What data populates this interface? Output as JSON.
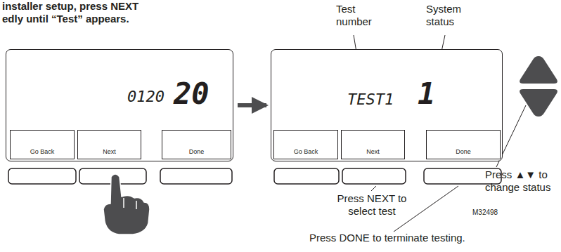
{
  "diagram": {
    "nodes": [
      {
        "text": [
          "0120",
          "20"
        ]
      },
      {
        "text": [
          "Go Back"
        ],
        "in": 0
      },
      {
        "text": [
          "Next"
        ],
        "in": 0
      },
      {
        "text": [
          "Done"
        ],
        "in": 0
      },
      {
        "text": [
          "TEST1",
          "1"
        ]
      },
      {
        "text": [
          "Go Back"
        ],
        "in": 4
      },
      {
        "text": [
          "Next"
        ],
        "in": 4
      },
      {
        "text": [
          "Done"
        ],
        "in": 4
      }
    ],
    "edges": [
      {
        "from": 0,
        "to": 4,
        "arrow": "to"
      }
    ],
    "labels": [
      "installer setup, press NEXT edly until “Test” appears.",
      "Test number",
      "System status",
      "Press ▲▼ to change status",
      "Press NEXT to select test",
      "M32498",
      "Press DONE to terminate testing."
    ]
  }
}
